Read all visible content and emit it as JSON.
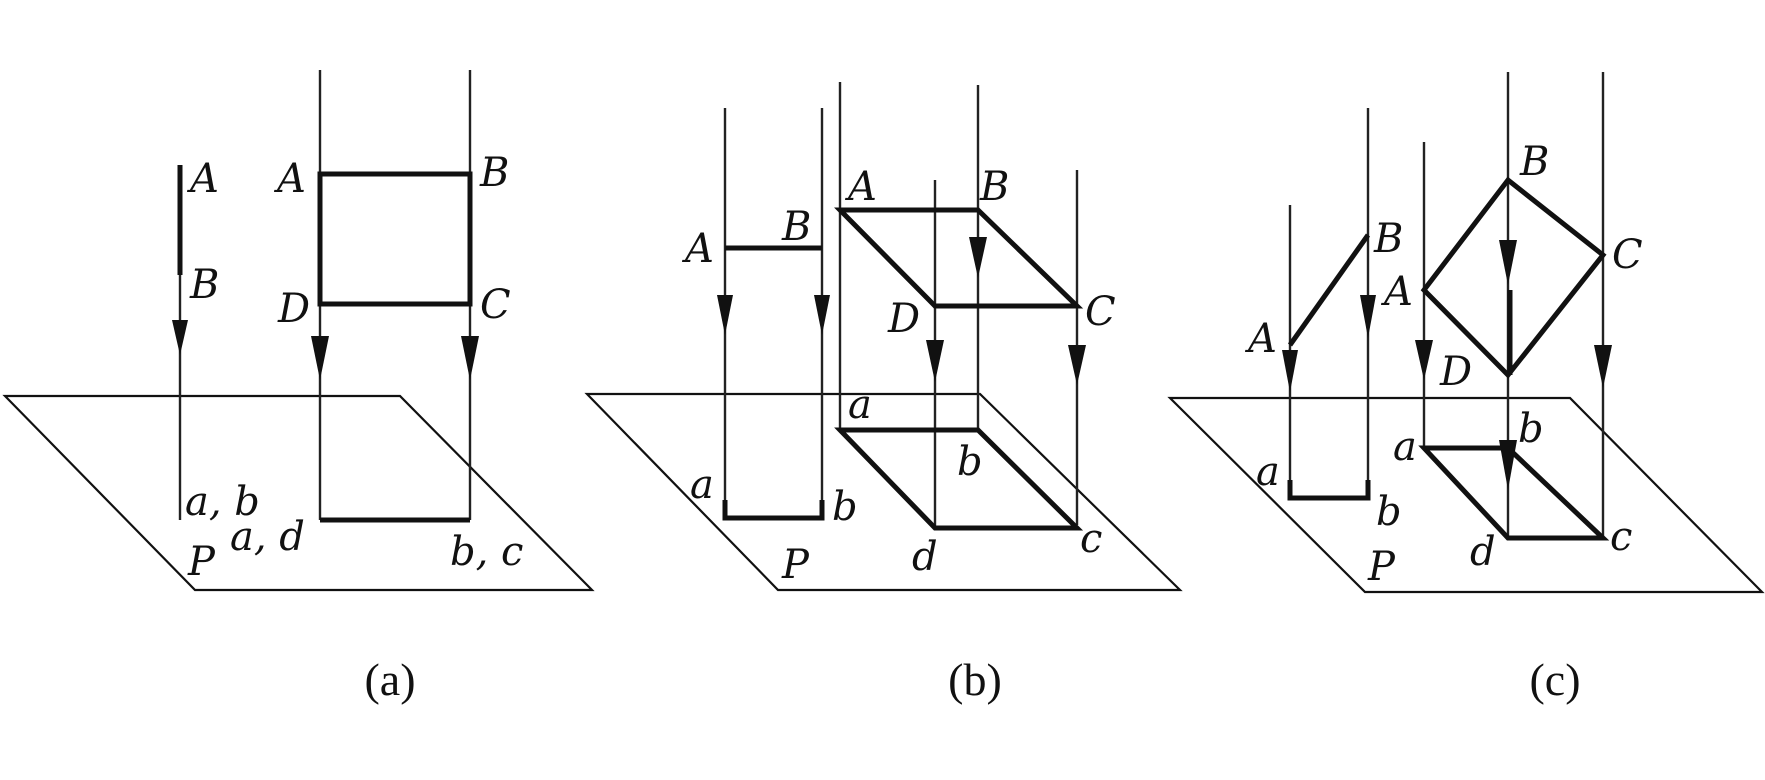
{
  "captions": {
    "a": "(a)",
    "b": "(b)",
    "c": "(c)"
  },
  "panel_a": {
    "plane": "P",
    "A1": "A",
    "B1": "B",
    "ab": "a, b",
    "A": "A",
    "B": "B",
    "C": "C",
    "D": "D",
    "ad": "a, d",
    "bc": "b, c"
  },
  "panel_b": {
    "plane": "P",
    "A1": "A",
    "B1": "B",
    "a1": "a",
    "b1": "b",
    "A": "A",
    "B": "B",
    "C": "C",
    "D": "D",
    "a": "a",
    "b": "b",
    "c": "c",
    "d": "d"
  },
  "panel_c": {
    "plane": "P",
    "A1": "A",
    "B1": "B",
    "a1": "a",
    "b1": "b",
    "A": "A",
    "B": "B",
    "C": "C",
    "D": "D",
    "a": "a",
    "b": "b",
    "c": "c",
    "d": "d"
  }
}
